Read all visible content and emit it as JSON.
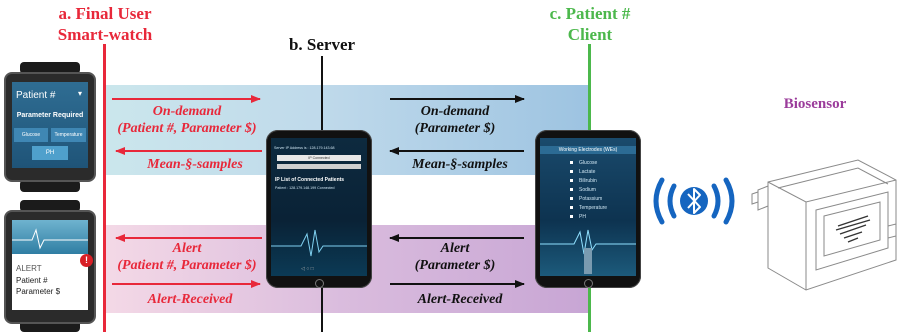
{
  "headers": {
    "a_line1": "a. Final User",
    "a_line2": "Smart-watch",
    "b": "b. Server",
    "c_line1": "c. Patient #",
    "c_line2": "Client",
    "biosensor": "Biosensor"
  },
  "messages": {
    "on_demand_left_1": "On-demand",
    "on_demand_left_2": "(Patient #, Parameter $)",
    "mean_left": "Mean-§-samples",
    "on_demand_right_1": "On-demand",
    "on_demand_right_2": "(Parameter $)",
    "mean_right": "Mean-§-samples",
    "alert_left_1": "Alert",
    "alert_left_2": "(Patient #, Parameter $)",
    "alert_received_left": "Alert-Received",
    "alert_right_1": "Alert",
    "alert_right_2": "(Parameter $)",
    "alert_received_right": "Alert-Received"
  },
  "watch_top": {
    "title": "Patient #",
    "subtitle": "Parameter Required",
    "btn1": "Glucose",
    "btn2": "Temperature",
    "btn3": "PH"
  },
  "watch_bottom": {
    "alert": "ALERT",
    "line1": "Patient #",
    "line2": "Parameter $",
    "badge": "!"
  },
  "server_tablet": {
    "ip_line": "Server IP Address is : 128.179.143.68",
    "button": "IP Connected",
    "list_title": "IP List of Connected Patients",
    "list_item": "Patient : 128.179.148.199 Connected"
  },
  "client_tablet": {
    "title": "Working Electrodes (WEs)",
    "items": [
      "Glucose",
      "Lactate",
      "Bilirubin",
      "Sodium",
      "Potassium",
      "Temperature",
      "PH"
    ]
  },
  "colors": {
    "red": "#e8283a",
    "green": "#4cb84c",
    "purple": "#9b3c9b",
    "blue_band": "#a9cde4",
    "purple_band": "#c7a6cf"
  },
  "icons": {
    "bluetooth": "bluetooth-icon"
  }
}
